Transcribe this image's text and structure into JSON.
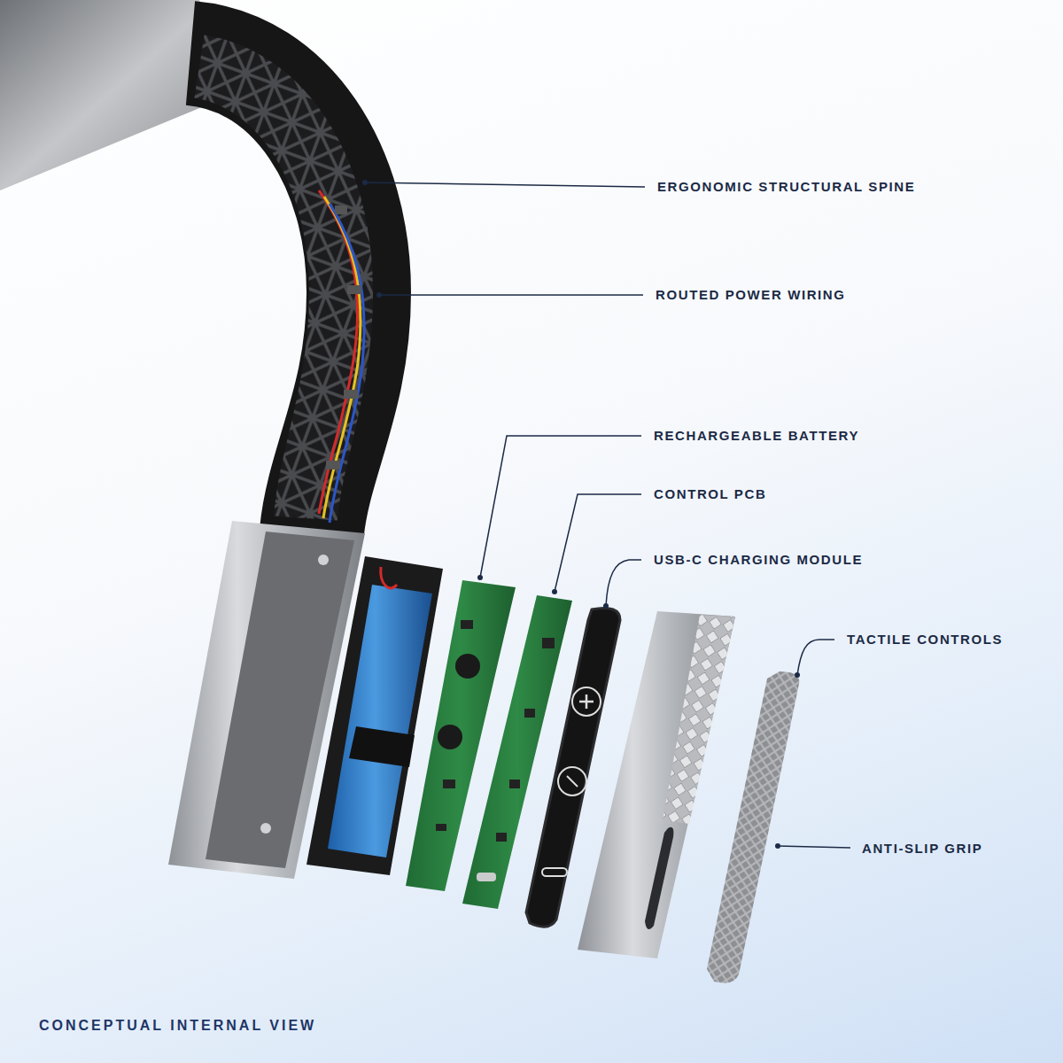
{
  "diagram": {
    "caption": "CONCEPTUAL INTERNAL VIEW",
    "labels": [
      "ERGONOMIC STRUCTURAL SPINE",
      "ROUTED POWER WIRING",
      "RECHARGEABLE BATTERY",
      "CONTROL PCB",
      "USB-C CHARGING MODULE",
      "TACTILE CONTROLS",
      "ANTI-SLIP GRIP"
    ]
  }
}
